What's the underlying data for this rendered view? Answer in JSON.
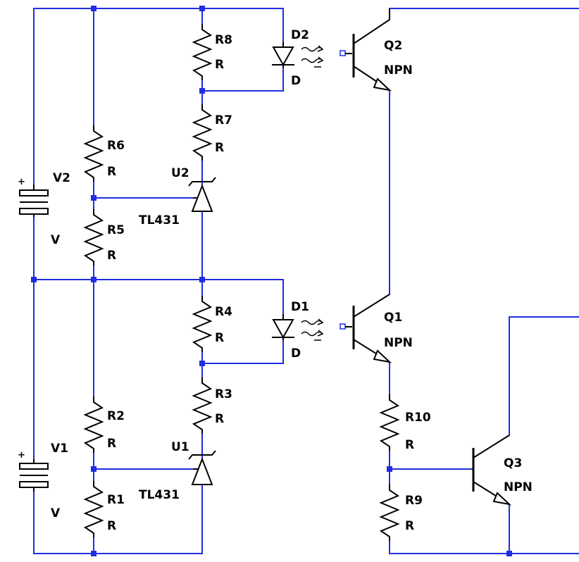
{
  "components": {
    "V1": {
      "name": "V1",
      "value": "V"
    },
    "V2": {
      "name": "V2",
      "value": "V"
    },
    "R1": {
      "name": "R1",
      "value": "R"
    },
    "R2": {
      "name": "R2",
      "value": "R"
    },
    "R3": {
      "name": "R3",
      "value": "R"
    },
    "R4": {
      "name": "R4",
      "value": "R"
    },
    "R5": {
      "name": "R5",
      "value": "R"
    },
    "R6": {
      "name": "R6",
      "value": "R"
    },
    "R7": {
      "name": "R7",
      "value": "R"
    },
    "R8": {
      "name": "R8",
      "value": "R"
    },
    "R9": {
      "name": "R9",
      "value": "R"
    },
    "R10": {
      "name": "R10",
      "value": "R"
    },
    "U1": {
      "name": "U1",
      "value": "TL431"
    },
    "U2": {
      "name": "U2",
      "value": "TL431"
    },
    "D1": {
      "name": "D1",
      "value": "D"
    },
    "D2": {
      "name": "D2",
      "value": "D"
    },
    "Q1": {
      "name": "Q1",
      "value": "NPN"
    },
    "Q2": {
      "name": "Q2",
      "value": "NPN"
    },
    "Q3": {
      "name": "Q3",
      "value": "NPN"
    }
  },
  "polarity": {
    "plus": "+"
  },
  "colors": {
    "wire": "#1f2ee0",
    "component": "#000000",
    "background": "#ffffff"
  }
}
